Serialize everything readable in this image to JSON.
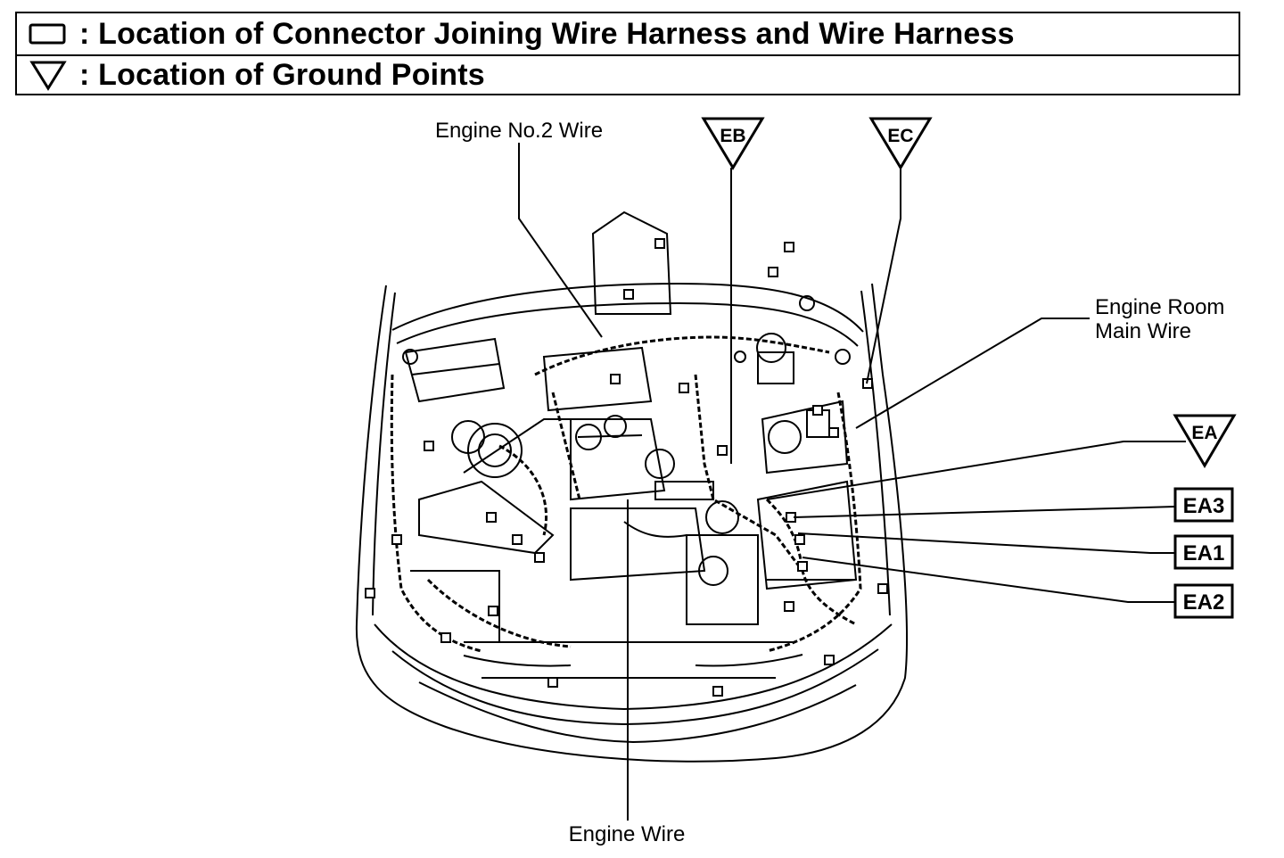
{
  "legend": {
    "connector_text": ": Location of Connector Joining Wire Harness and Wire Harness",
    "ground_text": ": Location of Ground Points",
    "connector_symbol": "rectangle",
    "ground_symbol": "down-triangle"
  },
  "labels": {
    "engine_no2_wire": "Engine No.2 Wire",
    "engine_room_main_wire_line1": "Engine Room",
    "engine_room_main_wire_line2": "Main Wire",
    "engine_wire": "Engine Wire"
  },
  "ground_points": {
    "eb": "EB",
    "ec": "EC",
    "ea": "EA"
  },
  "connectors": {
    "ea3": "EA3",
    "ea1": "EA1",
    "ea2": "EA2"
  }
}
